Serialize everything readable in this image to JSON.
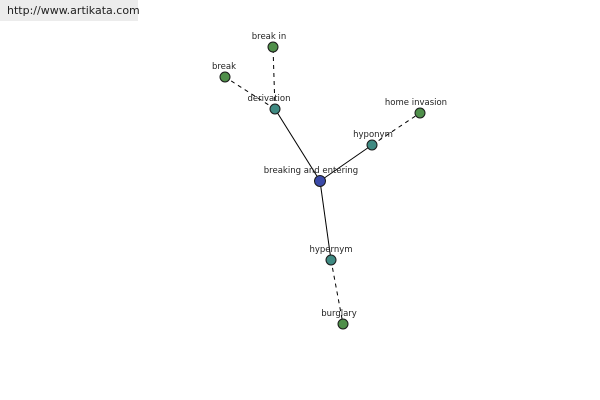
{
  "banner": {
    "url_text": "http://www.artikata.com"
  },
  "colors": {
    "center_node": "#3b4aa8",
    "relation_node": "#3f8a82",
    "word_node": "#4f8f4a",
    "banner_background": "#ececec"
  },
  "graph": {
    "nodes": [
      {
        "id": "center",
        "label": "breaking and entering",
        "kind": "center"
      },
      {
        "id": "derivation",
        "label": "derivation",
        "kind": "relation"
      },
      {
        "id": "hyponym",
        "label": "hyponym",
        "kind": "relation"
      },
      {
        "id": "hypernym",
        "label": "hypernym",
        "kind": "relation"
      },
      {
        "id": "break_in",
        "label": "break in",
        "kind": "word"
      },
      {
        "id": "break",
        "label": "break",
        "kind": "word"
      },
      {
        "id": "home_invasion",
        "label": "home invasion",
        "kind": "word"
      },
      {
        "id": "burglary",
        "label": "burglary",
        "kind": "word"
      }
    ],
    "edges": [
      {
        "from": "center",
        "to": "derivation",
        "style": "solid"
      },
      {
        "from": "center",
        "to": "hyponym",
        "style": "solid"
      },
      {
        "from": "center",
        "to": "hypernym",
        "style": "solid"
      },
      {
        "from": "derivation",
        "to": "break_in",
        "style": "dashed"
      },
      {
        "from": "derivation",
        "to": "break",
        "style": "dashed"
      },
      {
        "from": "hyponym",
        "to": "home_invasion",
        "style": "dashed"
      },
      {
        "from": "hypernym",
        "to": "burglary",
        "style": "dashed"
      }
    ]
  }
}
